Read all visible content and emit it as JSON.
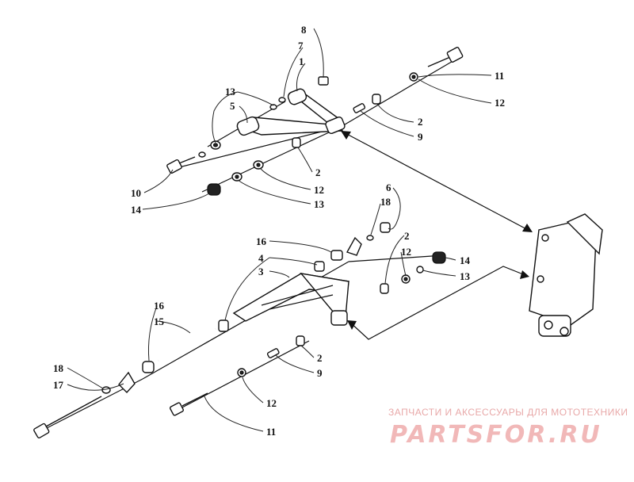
{
  "callouts": {
    "c8": "8",
    "c7": "7",
    "c1": "1",
    "c11a": "11",
    "c12a": "12",
    "c13a": "13",
    "c5": "5",
    "c2a": "2",
    "c9a": "9",
    "c10": "10",
    "c2b": "2",
    "c12b": "12",
    "c14a": "14",
    "c13b": "13",
    "c6": "6",
    "c18a": "18",
    "c16a": "16",
    "c4": "4",
    "c3": "3",
    "c2c": "2",
    "c12c": "12",
    "c14b": "14",
    "c13c": "13",
    "c16b": "16",
    "c15": "15",
    "c2d": "2",
    "c9b": "9",
    "c18b": "18",
    "c17": "17",
    "c12d": "12",
    "c11b": "11"
  },
  "watermark": {
    "line1": "ЗАПЧАСТИ И АКСЕССУАРЫ ДЛЯ МОТОТЕХНИКИ",
    "line2": "PARTSFOR.RU"
  }
}
